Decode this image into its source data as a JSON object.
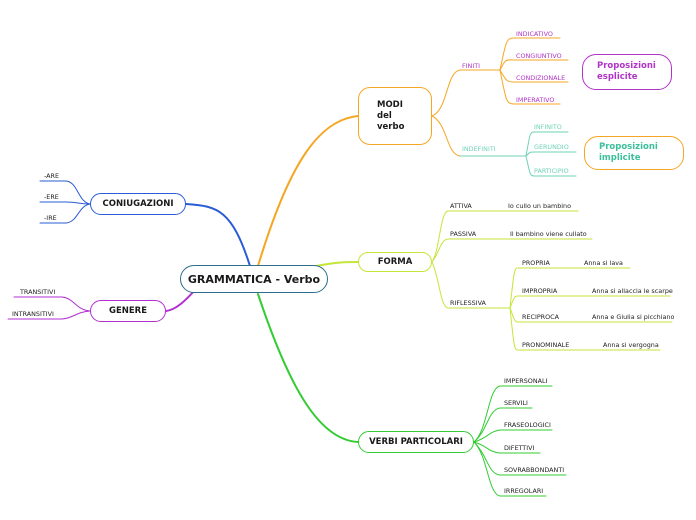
{
  "central_topic": "GRAMMATICA - Verbo",
  "colors": {
    "root_border": "#2d6f8a",
    "modi": "#f5a623",
    "indicative_text": "#b035c8",
    "indefiniti": "#6fd3b7",
    "forma": "#c4e63a",
    "verbi_particolari": "#33cc33",
    "coniugazioni": "#2a5cd6",
    "genere": "#b22fd0"
  },
  "branches": {
    "modi": {
      "label_line1": "MODI",
      "label_line2": "del",
      "label_line3": "verbo",
      "finiti": {
        "label": "FINITI",
        "items": [
          "INDICATIVO",
          "CONGIUNTIVO",
          "CONDIZIONALE",
          "IMPERATIVO"
        ],
        "note_line1": "Proposizioni",
        "note_line2": "esplicite"
      },
      "indefiniti": {
        "label": "INDEFINITI",
        "items": [
          "INFINITO",
          "GERUNDIO",
          "PARTICIPIO"
        ],
        "note_line1": "Proposizioni",
        "note_line2": "implicite"
      }
    },
    "forma": {
      "label": "FORMA",
      "attiva": {
        "label": "ATTIVA",
        "example": "Io cullo un bambino"
      },
      "passiva": {
        "label": "PASSIVA",
        "example": "Il bambino viene cullato"
      },
      "riflessiva": {
        "label": "RIFLESSIVA",
        "items": [
          {
            "label": "PROPRIA",
            "example": "Anna si lava"
          },
          {
            "label": "IMPROPRIA",
            "example": "Anna si allaccia le scarpe"
          },
          {
            "label": "RECIPROCA",
            "example": "Anna e Giulia si picchiano"
          },
          {
            "label": "PRONOMINALE",
            "example": "Anna si vergogna"
          }
        ]
      }
    },
    "verbi_particolari": {
      "label": "VERBI PARTICOLARI",
      "items": [
        "IMPERSONALI",
        "SERVILI",
        "FRASEOLOGICI",
        "DIFETTIVI",
        "SOVRABBONDANTI",
        "IRREGOLARI"
      ]
    },
    "coniugazioni": {
      "label": "CONIUGAZIONI",
      "items": [
        "-ARE",
        "-ERE",
        "-IRE"
      ]
    },
    "genere": {
      "label": "GENERE",
      "items": [
        "TRANSITIVI",
        "INTRANSITIVI"
      ]
    }
  }
}
